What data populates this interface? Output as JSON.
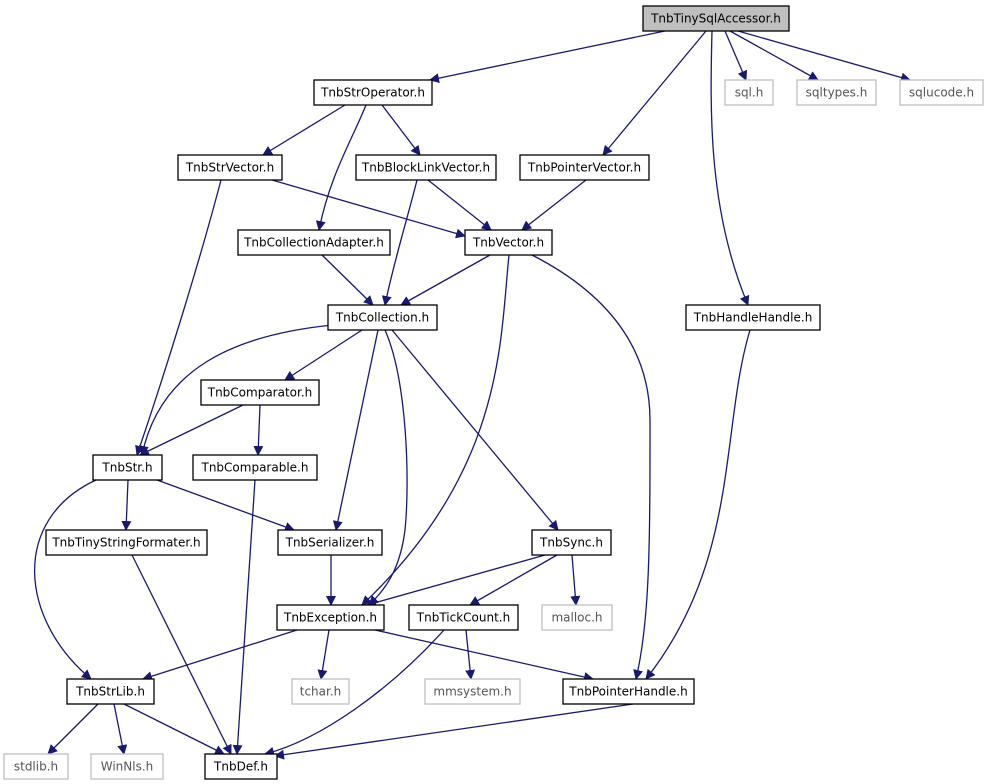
{
  "diagram": {
    "title": "",
    "nodes": [
      {
        "id": "root",
        "label": "TnbTinySqlAccessor.h",
        "style": "root"
      },
      {
        "id": "sql",
        "label": "sql.h",
        "style": "external"
      },
      {
        "id": "sqltypes",
        "label": "sqltypes.h",
        "style": "external"
      },
      {
        "id": "sqlucode",
        "label": "sqlucode.h",
        "style": "external"
      },
      {
        "id": "stroperator",
        "label": "TnbStrOperator.h",
        "style": "normal"
      },
      {
        "id": "strvector",
        "label": "TnbStrVector.h",
        "style": "normal"
      },
      {
        "id": "blocklinkvector",
        "label": "TnbBlockLinkVector.h",
        "style": "normal"
      },
      {
        "id": "pointervector",
        "label": "TnbPointerVector.h",
        "style": "normal"
      },
      {
        "id": "collectionadapter",
        "label": "TnbCollectionAdapter.h",
        "style": "normal"
      },
      {
        "id": "vector",
        "label": "TnbVector.h",
        "style": "normal"
      },
      {
        "id": "collection",
        "label": "TnbCollection.h",
        "style": "normal"
      },
      {
        "id": "handlehandle",
        "label": "TnbHandleHandle.h",
        "style": "normal"
      },
      {
        "id": "comparator",
        "label": "TnbComparator.h",
        "style": "normal"
      },
      {
        "id": "str",
        "label": "TnbStr.h",
        "style": "normal"
      },
      {
        "id": "comparable",
        "label": "TnbComparable.h",
        "style": "normal"
      },
      {
        "id": "tinystringformater",
        "label": "TnbTinyStringFormater.h",
        "style": "normal"
      },
      {
        "id": "serializer",
        "label": "TnbSerializer.h",
        "style": "normal"
      },
      {
        "id": "sync",
        "label": "TnbSync.h",
        "style": "normal"
      },
      {
        "id": "exception",
        "label": "TnbException.h",
        "style": "normal"
      },
      {
        "id": "tickcount",
        "label": "TnbTickCount.h",
        "style": "normal"
      },
      {
        "id": "malloc",
        "label": "malloc.h",
        "style": "external"
      },
      {
        "id": "strlib",
        "label": "TnbStrLib.h",
        "style": "normal"
      },
      {
        "id": "tchar",
        "label": "tchar.h",
        "style": "external"
      },
      {
        "id": "mmsystem",
        "label": "mmsystem.h",
        "style": "external"
      },
      {
        "id": "pointerhandle",
        "label": "TnbPointerHandle.h",
        "style": "normal"
      },
      {
        "id": "stdlib",
        "label": "stdlib.h",
        "style": "external"
      },
      {
        "id": "winnls",
        "label": "WinNls.h",
        "style": "external"
      },
      {
        "id": "def",
        "label": "TnbDef.h",
        "style": "normal"
      }
    ],
    "edges": [
      {
        "from": "root",
        "to": "stroperator"
      },
      {
        "from": "root",
        "to": "pointervector"
      },
      {
        "from": "root",
        "to": "handlehandle"
      },
      {
        "from": "root",
        "to": "sql"
      },
      {
        "from": "root",
        "to": "sqltypes"
      },
      {
        "from": "root",
        "to": "sqlucode"
      },
      {
        "from": "stroperator",
        "to": "strvector"
      },
      {
        "from": "stroperator",
        "to": "blocklinkvector"
      },
      {
        "from": "stroperator",
        "to": "collectionadapter"
      },
      {
        "from": "strvector",
        "to": "vector"
      },
      {
        "from": "strvector",
        "to": "str"
      },
      {
        "from": "blocklinkvector",
        "to": "vector"
      },
      {
        "from": "blocklinkvector",
        "to": "collection"
      },
      {
        "from": "pointervector",
        "to": "vector"
      },
      {
        "from": "collectionadapter",
        "to": "collection"
      },
      {
        "from": "vector",
        "to": "collection"
      },
      {
        "from": "vector",
        "to": "exception"
      },
      {
        "from": "vector",
        "to": "pointerhandle"
      },
      {
        "from": "collection",
        "to": "comparator"
      },
      {
        "from": "collection",
        "to": "str"
      },
      {
        "from": "collection",
        "to": "serializer"
      },
      {
        "from": "collection",
        "to": "exception"
      },
      {
        "from": "collection",
        "to": "sync"
      },
      {
        "from": "handlehandle",
        "to": "pointerhandle"
      },
      {
        "from": "comparator",
        "to": "str"
      },
      {
        "from": "comparator",
        "to": "comparable"
      },
      {
        "from": "comparable",
        "to": "def"
      },
      {
        "from": "str",
        "to": "tinystringformater"
      },
      {
        "from": "str",
        "to": "serializer"
      },
      {
        "from": "str",
        "to": "strlib"
      },
      {
        "from": "tinystringformater",
        "to": "def"
      },
      {
        "from": "serializer",
        "to": "exception"
      },
      {
        "from": "sync",
        "to": "exception"
      },
      {
        "from": "sync",
        "to": "tickcount"
      },
      {
        "from": "sync",
        "to": "malloc"
      },
      {
        "from": "exception",
        "to": "strlib"
      },
      {
        "from": "exception",
        "to": "tchar"
      },
      {
        "from": "exception",
        "to": "pointerhandle"
      },
      {
        "from": "tickcount",
        "to": "mmsystem"
      },
      {
        "from": "tickcount",
        "to": "def"
      },
      {
        "from": "pointerhandle",
        "to": "def"
      },
      {
        "from": "strlib",
        "to": "stdlib"
      },
      {
        "from": "strlib",
        "to": "winnls"
      },
      {
        "from": "strlib",
        "to": "def"
      }
    ],
    "colors": {
      "edge": "#191970",
      "normal_border": "#000000",
      "external_border": "#bfbfbf",
      "root_fill": "#bfbfbf",
      "text": "#000000",
      "external_text": "#555555"
    }
  }
}
